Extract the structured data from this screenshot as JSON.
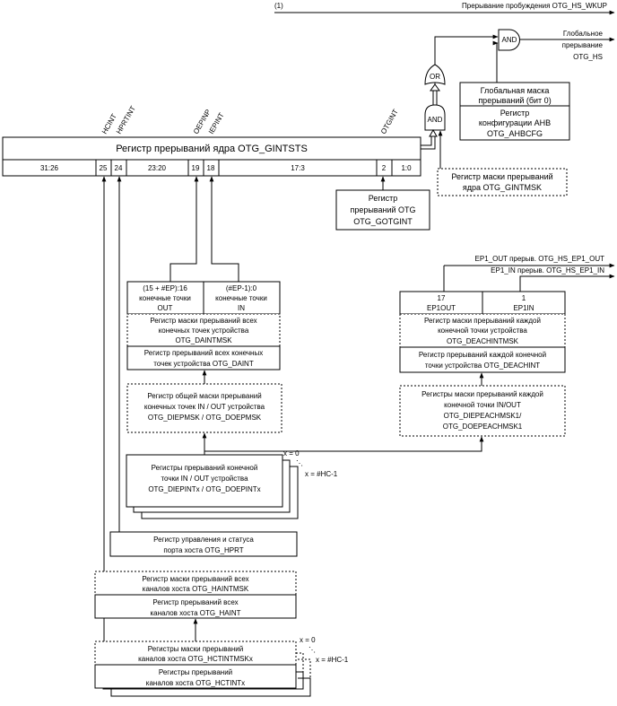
{
  "wakeup": {
    "footnote": "(1)",
    "label": "Прерывание пробуждения OTG_HS_WKUP"
  },
  "global": {
    "and_gate": "AND",
    "or_gate": "OR",
    "and_gate2": "AND",
    "output": [
      "Глобальное",
      "прерывание",
      "OTG_HS"
    ]
  },
  "ahbcfg": {
    "mask_lines": [
      "Глобальная маска",
      "прерываний (бит 0)"
    ],
    "reg_lines": [
      "Регистр",
      "конфигурации AHB",
      "OTG_AHBCFG"
    ]
  },
  "gintsts": {
    "title": "Регистр прерываний ядра OTG_GINTSTS",
    "fields": [
      "31:26",
      "25",
      "24",
      "23:20",
      "19",
      "18",
      "17:3",
      "2",
      "1:0"
    ],
    "bit_labels": {
      "hcint": "HCINT",
      "hprtint": "HPRTINT",
      "oepint": "OEPINP",
      "iepint": "IEPINT",
      "otgint": "OTGINT"
    }
  },
  "gintmsk": {
    "lines": [
      "Регистр маски прерываний",
      "ядра OTG_GINTMSK"
    ]
  },
  "gotgint": {
    "lines": [
      "Регистр",
      "прерываний OTG",
      "OTG_GOTGINT"
    ]
  },
  "daint": {
    "out_cell": [
      "(15 + #EP):16",
      "конечные точки",
      "OUT"
    ],
    "in_cell": [
      "(#EP-1):0",
      "конечные точки",
      "IN"
    ],
    "mask_lines": [
      "Регистр маски прерываний всех",
      "конечных точек устройства",
      "OTG_DAINTMSK"
    ],
    "reg_lines": [
      "Регистр прерываний всех конечных",
      "точек устройства OTG_DAINT"
    ]
  },
  "depmsk": {
    "lines": [
      "Регистр общей маски прерываний",
      "конечных точек IN / OUT устройства",
      "OTG_DIEPMSK / OTG_DOEPMSK"
    ]
  },
  "deachint": {
    "ep1_out_signal": "EP1_OUT прерыв. OTG_HS_EP1_OUT",
    "ep1_in_signal": "EP1_IN прерыв. OTG_HS_EP1_IN",
    "out_cell": [
      "17",
      "EP1OUT"
    ],
    "in_cell": [
      "1",
      "EP1IN"
    ],
    "mask_lines": [
      "Регистр маски прерываний каждой",
      "конечной точки устройства",
      "OTG_DEACHINTMSK"
    ],
    "reg_lines": [
      "Регистр прерываний каждой конечной",
      "точки устройства OTG_DEACHINT"
    ]
  },
  "deachmsk": {
    "lines": [
      "Регистры маски прерываний каждой",
      "конечной точки IN/OUT",
      "OTG_DIEPEACHMSK1/",
      "OTG_DOEPEACHMSK1"
    ]
  },
  "diepint": {
    "lines": [
      "Регистры прерываний конечной",
      "точки IN / OUT устройства",
      "OTG_DIEPINTx / OTG_DOEPINTx"
    ],
    "x0": "x = 0",
    "dots": "⋱",
    "xn": "x = #HC-1"
  },
  "hprt": {
    "lines": [
      "Регистр управления и статуса",
      "порта хоста OTG_HPRT"
    ]
  },
  "haint": {
    "mask_lines": [
      "Регистр маски прерываний всех",
      "каналов хоста OTG_HAINTMSK"
    ],
    "reg_lines": [
      "Регистр прерываний всех",
      "каналов хоста OTG_HAINT"
    ]
  },
  "hcint": {
    "mask_lines": [
      "Регистры маски прерываний",
      "каналов хоста OTG_HCTINTMSKx"
    ],
    "reg_lines": [
      "Регистры прерываний",
      "каналов хоста OTG_HCTINTx"
    ],
    "x0": "x = 0",
    "dots": "⋱",
    "xn": "x = #HC-1"
  }
}
